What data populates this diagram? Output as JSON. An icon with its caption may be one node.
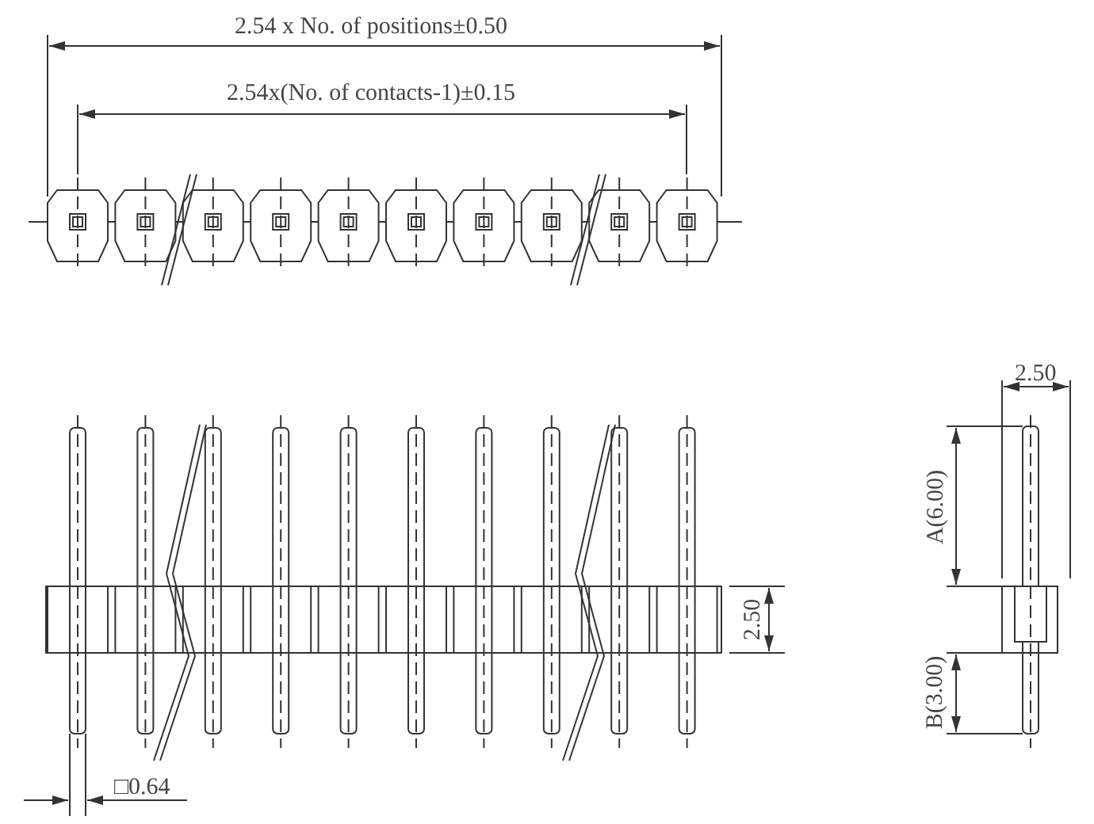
{
  "diagram": {
    "labels": [
      "2.54 x No. of positions±0.50",
      "2.54x(No. of contacts-1)±0.15",
      "2.50",
      "A(6.00)",
      "2.50",
      "B(3.00)",
      "□0.64"
    ]
  }
}
